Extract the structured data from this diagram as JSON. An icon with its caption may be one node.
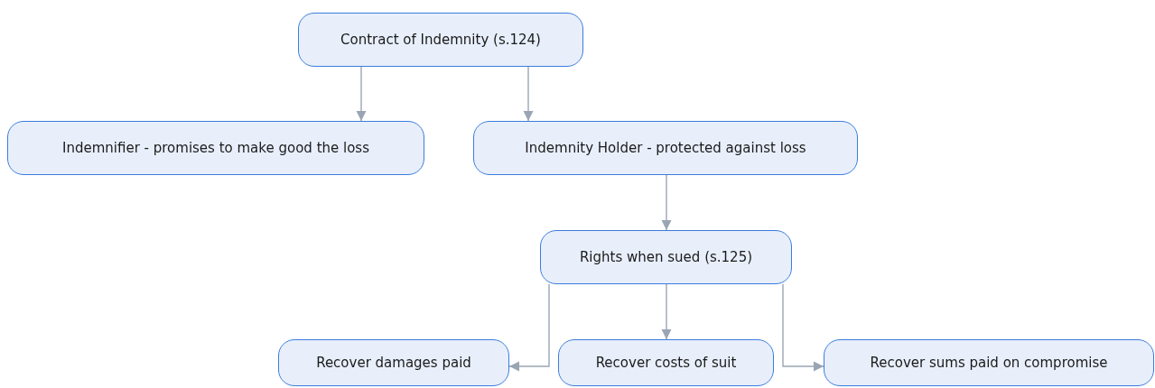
{
  "diagram": {
    "nodes": [
      {
        "text": [
          "Contract of Indemnity (s.124)"
        ]
      },
      {
        "text": [
          "Indemnifier - promises to make good the loss"
        ]
      },
      {
        "text": [
          "Indemnity Holder - protected against loss"
        ]
      },
      {
        "text": [
          "Rights when sued (s.125)"
        ]
      },
      {
        "text": [
          "Recover damages paid"
        ]
      },
      {
        "text": [
          "Recover costs of suit"
        ]
      },
      {
        "text": [
          "Recover sums paid on compromise"
        ]
      }
    ],
    "edges": [
      {
        "from": 0,
        "to": 1,
        "arrow": "to"
      },
      {
        "from": 0,
        "to": 2,
        "arrow": "to"
      },
      {
        "from": 2,
        "to": 3,
        "arrow": "to"
      },
      {
        "from": 3,
        "to": 4,
        "arrow": "to"
      },
      {
        "from": 3,
        "to": 5,
        "arrow": "to"
      },
      {
        "from": 3,
        "to": 6,
        "arrow": "to"
      }
    ]
  }
}
